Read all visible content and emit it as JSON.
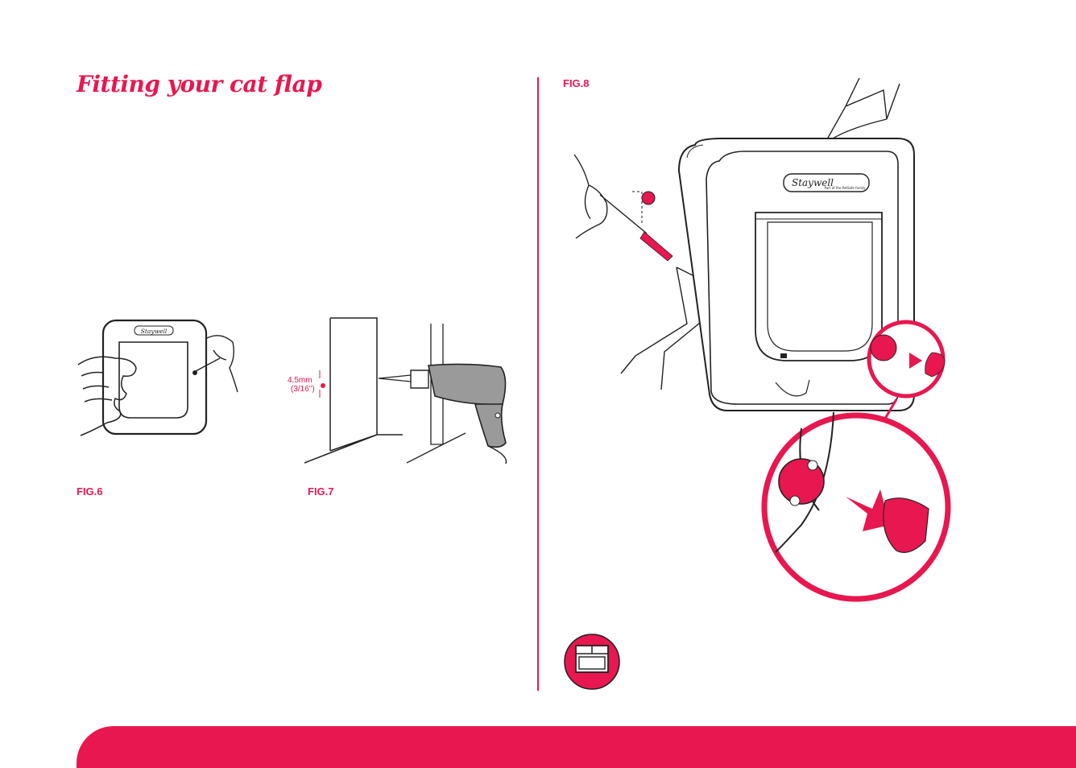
{
  "page": {
    "title": "Fitting your cat flap"
  },
  "figures": {
    "fig6": {
      "label": "FIG.6",
      "brand": "Staywell"
    },
    "fig7": {
      "label": "FIG.7",
      "measure_mm": "4.5mm",
      "measure_in": "(3/16\")"
    },
    "fig8": {
      "label": "FIG.8",
      "brand": "Staywell",
      "brand_sub": "Part of the PetSafe family"
    }
  },
  "colors": {
    "accent": "#e8174f",
    "line": "#222222",
    "drill_body": "#9a9a9a"
  },
  "icons": {
    "window_mount": "window-icon"
  }
}
